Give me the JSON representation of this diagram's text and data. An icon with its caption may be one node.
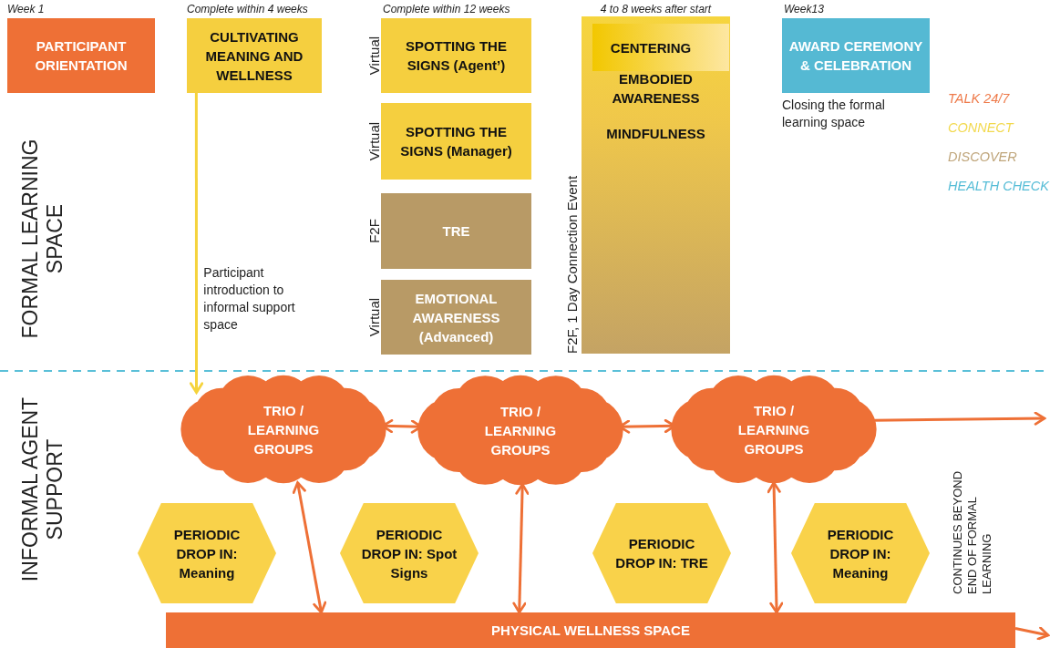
{
  "diagram": {
    "nodes": [
      {
        "text": [
          "PARTICIPANT ORIENTATION"
        ],
        "beside": [
          "Week 1"
        ]
      },
      {
        "text": [
          "CULTIVATING MEANING AND WELLNESS"
        ],
        "beside": [
          "Complete within 4 weeks"
        ]
      },
      {
        "text": [
          "SPOTTING THE SIGNS (Agent’)"
        ],
        "beside": [
          "Complete within 12 weeks",
          "Virtual"
        ]
      },
      {
        "text": [
          "SPOTTING THE SIGNS (Manager)"
        ],
        "beside": [
          "Virtual"
        ]
      },
      {
        "text": [
          "TRE"
        ],
        "beside": [
          "F2F"
        ]
      },
      {
        "text": [
          "EMOTIONAL AWARENESS (Advanced)"
        ],
        "beside": [
          "Virtual"
        ]
      },
      {
        "text": [
          "EMBODIED AWARENESS",
          "MINDFULNESS"
        ],
        "beside": [
          "4 to 8 weeks after start",
          "F2F, 1 Day Connection Event"
        ]
      },
      {
        "text": [
          "CENTERING"
        ],
        "in": 6
      },
      {
        "text": [
          "AWARD CEREMONY & CELEBRATION"
        ],
        "beside": [
          "Week13",
          "Closing the formal learning space"
        ]
      },
      {
        "text": [
          "TRIO / LEARNING GROUPS"
        ]
      },
      {
        "text": [
          "TRIO / LEARNING GROUPS"
        ]
      },
      {
        "text": [
          "TRIO / LEARNING GROUPS"
        ]
      },
      {
        "text": [
          "PERIODIC DROP IN: Meaning"
        ]
      },
      {
        "text": [
          "PERIODIC DROP IN: Spot Signs"
        ]
      },
      {
        "text": [
          "PERIODIC DROP IN: TRE"
        ]
      },
      {
        "text": [
          "PERIODIC DROP IN: Meaning"
        ]
      },
      {
        "text": [
          "PHYSICAL WELLNESS SPACE"
        ]
      }
    ],
    "edges": [
      {
        "from": 1,
        "to": 9,
        "arrow": "to",
        "color": "#f5d33c",
        "label": "Participant introduction to informal support space"
      },
      {
        "from": 9,
        "to": 10,
        "arrow": "both"
      },
      {
        "from": 10,
        "to": 11,
        "arrow": "both"
      },
      {
        "from": 11,
        "to": null,
        "arrow": "to"
      },
      {
        "from": 9,
        "to": 16,
        "arrow": "both"
      },
      {
        "from": 10,
        "to": 16,
        "arrow": "both"
      },
      {
        "from": 11,
        "to": 16,
        "arrow": "both"
      },
      {
        "from": 16,
        "to": null,
        "arrow": "to"
      }
    ],
    "labels": [
      "FORMAL LEARNING SPACE",
      "INFORMAL AGENT SUPPORT",
      "CONTINUES BEYOND END OF FORMAL LEARNING"
    ],
    "legend": [
      {
        "text": "TALK 24/7",
        "color": "#ee7a4a"
      },
      {
        "text": "CONNECT",
        "color": "#f2d94e"
      },
      {
        "text": "DISCOVER",
        "color": "#bfa57a"
      },
      {
        "text": "HEALTH CHECK",
        "color": "#55bcd6"
      }
    ]
  }
}
